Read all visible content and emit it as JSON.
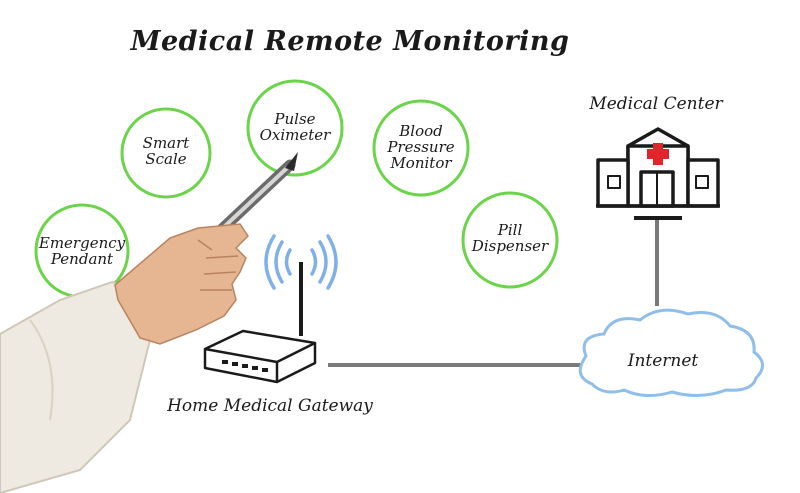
{
  "title": "Medical Remote Monitoring",
  "devices": [
    {
      "label": "Smart\nScale"
    },
    {
      "label": "Pulse\nOximeter"
    },
    {
      "label": "Blood\nPressure\nMonitor"
    },
    {
      "label": "Emergency\nPendant"
    },
    {
      "label": "Pill\nDispenser"
    }
  ],
  "gateway": {
    "label": "Home Medical Gateway"
  },
  "internet": {
    "label": "Internet"
  },
  "medical_center": {
    "label": "Medical Center"
  },
  "colors": {
    "circle": "#6cd44a",
    "wifi": "#7fb0e6",
    "cloud": "#8fbfe8",
    "line": "#7a7a7a",
    "cross": "#e0262b",
    "ink": "#1a1a1a"
  }
}
